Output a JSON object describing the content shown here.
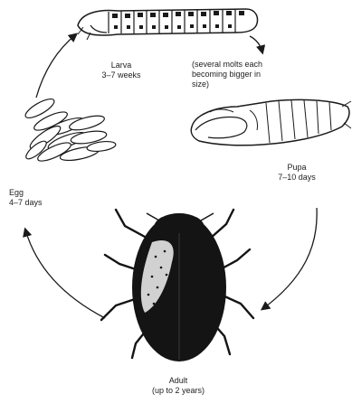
{
  "labels": {
    "larva": {
      "name": "Larva",
      "duration": "3–7 weeks"
    },
    "molt": {
      "line1": "(several molts each",
      "line2": "becoming bigger in",
      "line3": "size)"
    },
    "pupa": {
      "name": "Pupa",
      "duration": "7–10 days"
    },
    "egg": {
      "name": "Egg",
      "duration": "4–7 days"
    },
    "adult": {
      "name": "Adult",
      "duration": "(up to 2 years)"
    }
  },
  "colors": {
    "ink": "#1a1a1a",
    "beetle": "#141414",
    "paper": "#ffffff"
  },
  "icons": [
    "larva-drawing",
    "pupa-drawing",
    "eggs-drawing",
    "beetle-drawing",
    "cycle-arrow"
  ]
}
